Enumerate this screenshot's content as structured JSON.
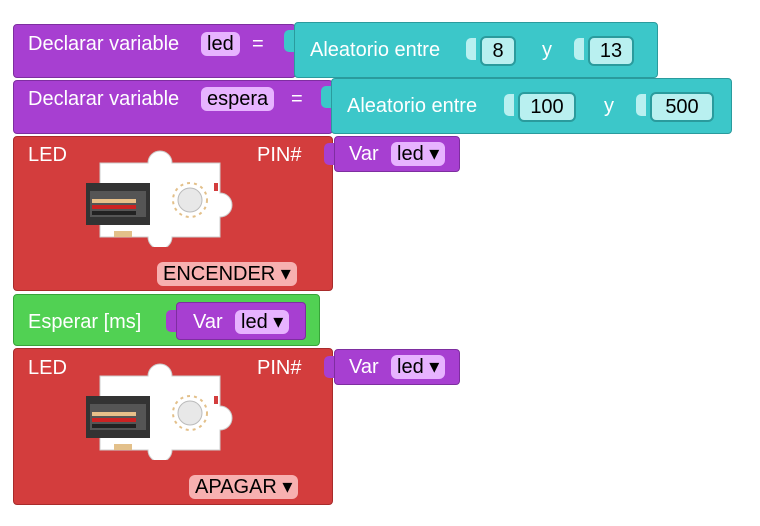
{
  "blocks": {
    "declare_led": {
      "label": "Declarar variable",
      "var_name": "led",
      "equals": "=",
      "random": {
        "label": "Aleatorio entre",
        "min": "8",
        "joiner": "y",
        "max": "13"
      }
    },
    "declare_espera": {
      "label": "Declarar variable",
      "var_name": "espera",
      "equals": "=",
      "random": {
        "label": "Aleatorio entre",
        "min": "100",
        "joiner": "y",
        "max": "500"
      }
    },
    "led_on": {
      "label": "LED",
      "pin_label": "PIN#",
      "pin_var": {
        "label": "Var",
        "value": "led ▾"
      },
      "state": "ENCENDER ▾"
    },
    "wait": {
      "label": "Esperar [ms]",
      "var": {
        "label": "Var",
        "value": "led ▾"
      }
    },
    "led_off": {
      "label": "LED",
      "pin_label": "PIN#",
      "pin_var": {
        "label": "Var",
        "value": "led ▾"
      },
      "state": "APAGAR ▾"
    }
  },
  "colors": {
    "variable_block": "#a73fd1",
    "math_block": "#3cc7c9",
    "led_block": "#d33d3d",
    "wait_block": "#51d153"
  },
  "icons": [
    "led-module-icon"
  ]
}
